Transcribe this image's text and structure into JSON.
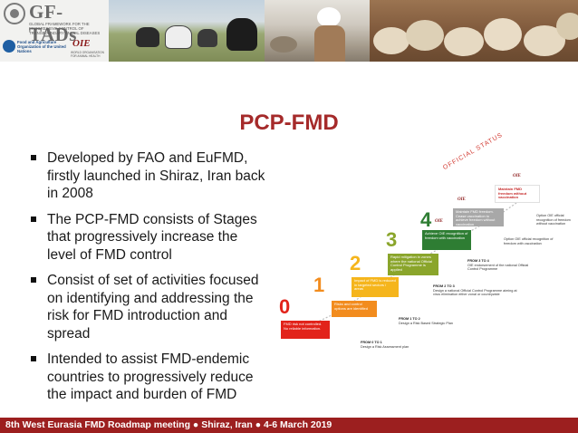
{
  "header": {
    "gf_title": "GF-TADs",
    "gf_subtitle": "GLOBAL FRAMEWORK FOR THE PROGRESSIVE CONTROL OF TRANSBOUNDARY ANIMAL DISEASES",
    "fao_name": "Food and Agriculture Organization of the United Nations",
    "oie_mark": "OIE",
    "oie_name": "WORLD ORGANISATION FOR ANIMAL HEALTH"
  },
  "slide": {
    "title": "PCP-FMD",
    "bullets": [
      "Developed by FAO and EuFMD, firstly launched in Shiraz, Iran back in 2008",
      "The PCP-FMD consists of Stages that progressively increase the level of FMD control",
      "Consist of set of activities focused on identifying and addressing the risk for FMD introduction and spread",
      "Intended to assist FMD-endemic countries to progressively reduce the impact and burden of FMD"
    ]
  },
  "diagram": {
    "official_status": "OFFICIAL STATUS",
    "stages": [
      {
        "num": "0",
        "color": "#e2231a",
        "text": "FMD risk not controlled. No reliable information."
      },
      {
        "num": "1",
        "color": "#f28c1e",
        "text": "Risks and control options are identified"
      },
      {
        "num": "2",
        "color": "#f5b51c",
        "text": "Impact of FMD is reduced in targeted sectors / areas"
      },
      {
        "num": "3",
        "color": "#8aa52b",
        "text": "Rapid mitigation in zones where the national Official Control Programme is applied"
      },
      {
        "num": "4",
        "color": "#2e7d33",
        "text": "Achieve OIE recognition of freedom with vaccination"
      }
    ],
    "upper_steps": [
      {
        "color": "#a8a8a8",
        "text": "Maintain FMD freedom. Cease vaccination to achieve freedom without vaccination"
      },
      {
        "color": "#ffffff",
        "text": "Maintain FMD freedom without vaccination"
      }
    ],
    "transitions": [
      {
        "head": "FROM 0 TO 1",
        "text": "Design a Risk Assessment plan"
      },
      {
        "head": "FROM 1 TO 2",
        "text": "Design a Risk Based Strategic Plan"
      },
      {
        "head": "FROM 2 TO 3",
        "text": "Design a national Official Control Programme aiming at virus elimination either zonal or countrywide"
      },
      {
        "head": "FROM 3 TO 4",
        "text": "OIE endorsement of the national Official Control Programme"
      }
    ],
    "side_notes": [
      "Option OIE official recognition of freedom with vaccination",
      "Option OIE official recognition of freedom without vaccination"
    ]
  },
  "footer": {
    "text": "8th West Eurasia FMD Roadmap meeting ● Shiraz, Iran ● 4-6 March 2019"
  }
}
